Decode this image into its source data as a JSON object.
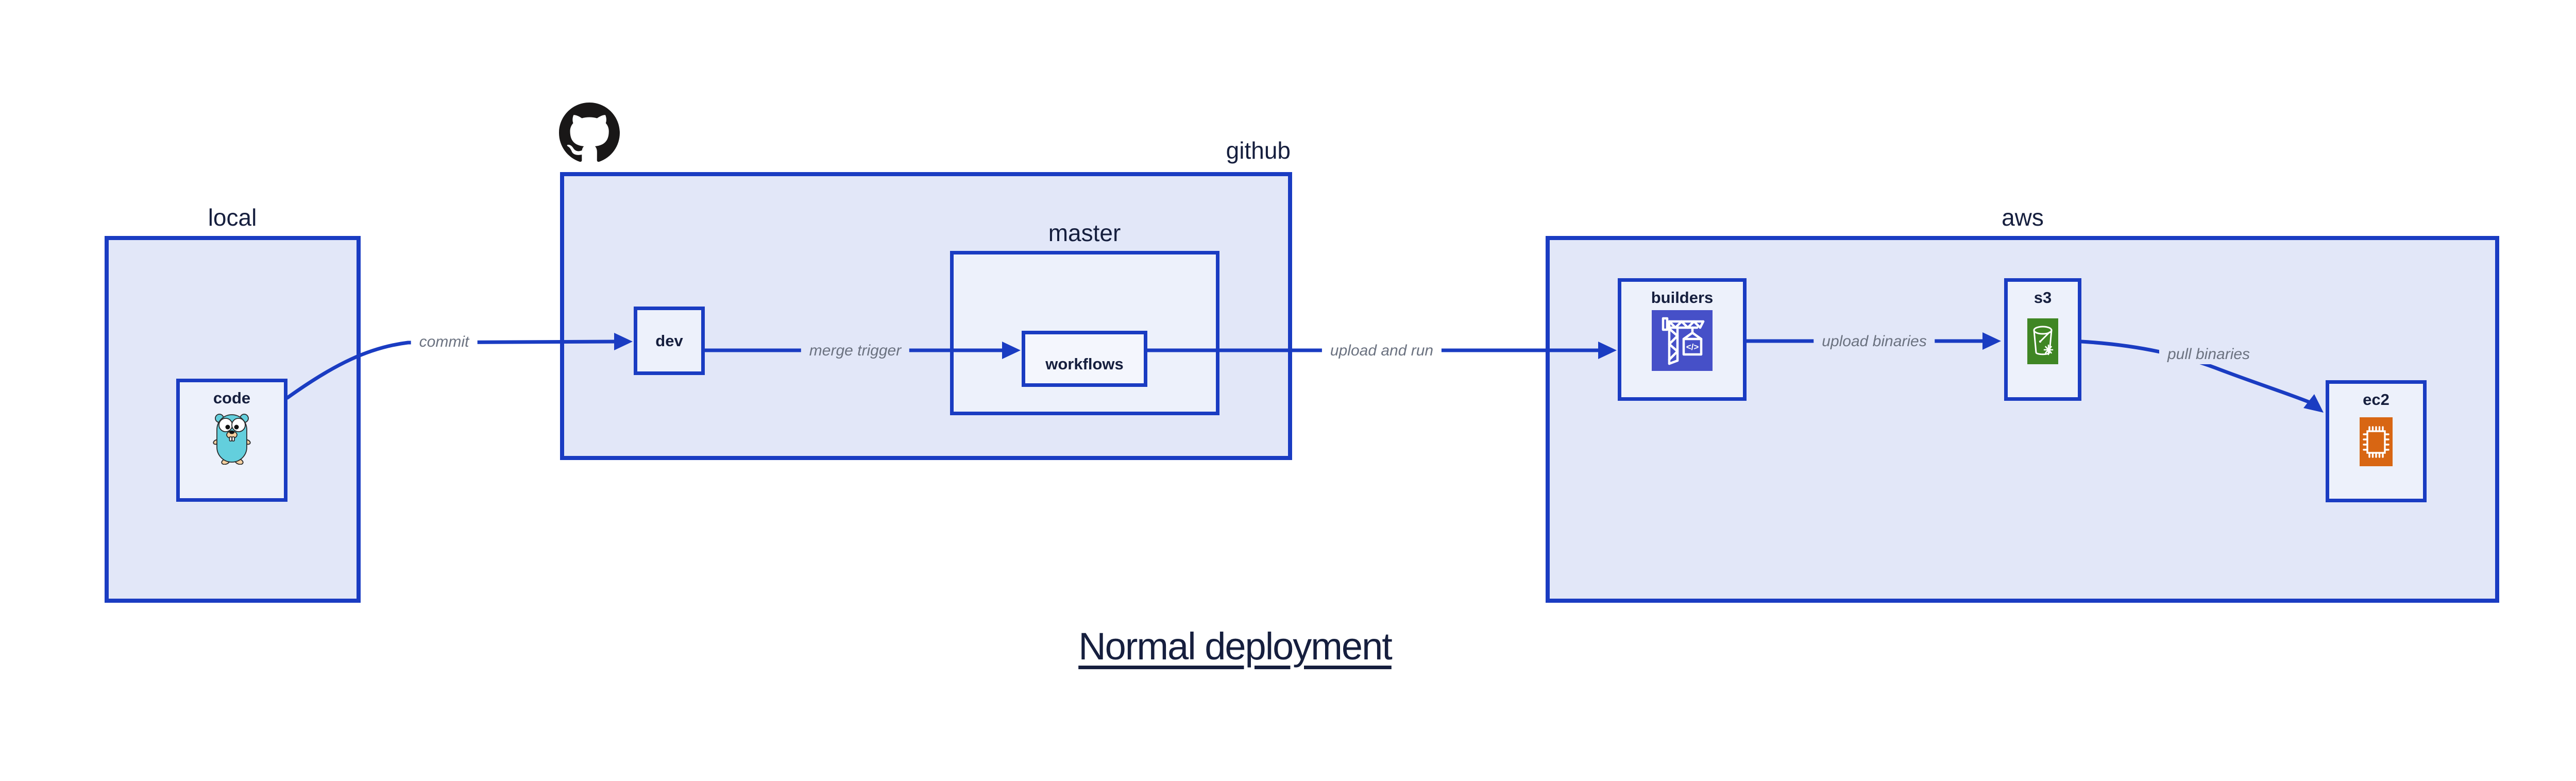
{
  "title": {
    "text": "Normal deployment"
  },
  "diagram": {
    "local": {
      "label": "local",
      "code": {
        "label": "code",
        "icon": "go-gopher-icon"
      }
    },
    "github": {
      "label": "github",
      "logo": "github-logo-icon",
      "dev": {
        "label": "dev"
      },
      "master": {
        "label": "master",
        "workflows": {
          "label": "workflows"
        }
      }
    },
    "aws": {
      "label": "aws",
      "builders": {
        "label": "builders",
        "icon": "codebuild-crane-icon"
      },
      "s3": {
        "label": "s3",
        "icon": "s3-bucket-icon"
      },
      "ec2": {
        "label": "ec2",
        "icon": "ec2-chip-icon"
      }
    }
  },
  "edges": {
    "commit": {
      "label": "commit",
      "from": "code",
      "to": "dev"
    },
    "merge_trigger": {
      "label": "merge trigger",
      "from": "dev",
      "to": "workflows"
    },
    "upload_and_run": {
      "label": "upload and run",
      "from": "workflows",
      "to": "builders"
    },
    "upload_binaries": {
      "label": "upload binaries",
      "from": "builders",
      "to": "s3"
    },
    "pull_binaries": {
      "label": "pull binaries",
      "from": "s3",
      "to": "ec2"
    }
  },
  "colors": {
    "blue": "#1a3cc2",
    "fill1": "#e2e7f8",
    "fill2": "#edf1fb",
    "fill3": "#f4f6fd",
    "ink": "#161f3e",
    "edge_ink": "#6b7280",
    "github_logo": "#191717",
    "builders_icon_bg": "#4650c8",
    "s3_icon_bg": "#3f8624",
    "ec2_icon_bg": "#d86613",
    "gopher_body": "#63cfdd",
    "gopher_skin": "#f6d0a0"
  }
}
